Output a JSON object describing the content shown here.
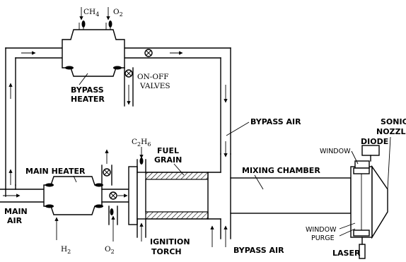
{
  "labels": {
    "ch4": "CH",
    "ch4_sub": "4",
    "o2_top": "O",
    "o2_top_sub": "2",
    "bypass_heater_1": "BYPASS",
    "bypass_heater_2": "HEATER",
    "onoff_1": "ON-OFF",
    "onoff_2": "VALVES",
    "bypass_air_top": "BYPASS AIR",
    "c2h6": "C",
    "c2h6_sub1": "2",
    "c2h6_mid": "H",
    "c2h6_sub2": "6",
    "fuel_1": "FUEL",
    "fuel_2": "GRAIN",
    "main_heater": "MAIN HEATER",
    "mixing_chamber": "MIXING CHAMBER",
    "main_air_1": "MAIN",
    "main_air_2": "AIR",
    "h2": "H",
    "h2_sub": "2",
    "o2_bottom": "O",
    "o2_bottom_sub": "2",
    "ignition_1": "IGNITION",
    "ignition_2": "TORCH",
    "bypass_air_bottom": "BYPASS AIR",
    "sonic_1": "SONIC",
    "sonic_2": "NOZZLE",
    "diode": "DIODE",
    "window": "WINDOW",
    "window_purge_1": "WINDOW",
    "window_purge_2": "PURGE",
    "laser": "LASER"
  }
}
